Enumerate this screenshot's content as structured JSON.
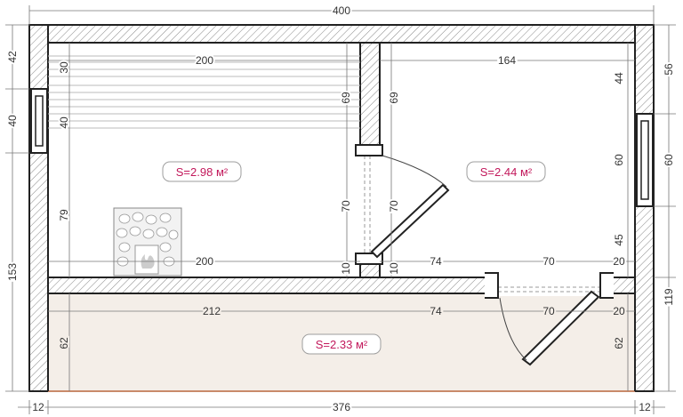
{
  "plan": {
    "areas": {
      "steam_room": "S=2.98 м²",
      "wash_room": "S=2.44 м²",
      "terrace": "S=2.33 м²"
    },
    "dims": {
      "overall_width": "400",
      "bottom_left": "12",
      "bottom_mid": "376",
      "bottom_right": "12",
      "left_top": "42",
      "left_window": "40",
      "left_total": "153",
      "right_top": "56",
      "right_window": "60",
      "right_bottom": "119",
      "steam_width_top": "200",
      "steam_width_bottom": "200",
      "wash_width": "164",
      "bench_30": "30",
      "bench_40": "40",
      "bench_69": "69",
      "partition_69": "69",
      "steam_height": "79",
      "door_70_left": "70",
      "door_70_right": "70",
      "wash_44": "44",
      "wash_60": "60",
      "wash_45": "45",
      "gap_10_left": "10",
      "gap_10_right": "10",
      "wash_74": "74",
      "wash_door_70": "70",
      "wash_20": "20",
      "terrace_212": "212",
      "terrace_74": "74",
      "terrace_70": "70",
      "terrace_20": "20",
      "terrace_62_left": "62",
      "terrace_62_right": "62"
    },
    "colors": {
      "wall_stroke": "#222222",
      "terrace_fill": "#f4eee8",
      "area_text": "#c2185b",
      "area_border": "#9e9e9e"
    }
  }
}
